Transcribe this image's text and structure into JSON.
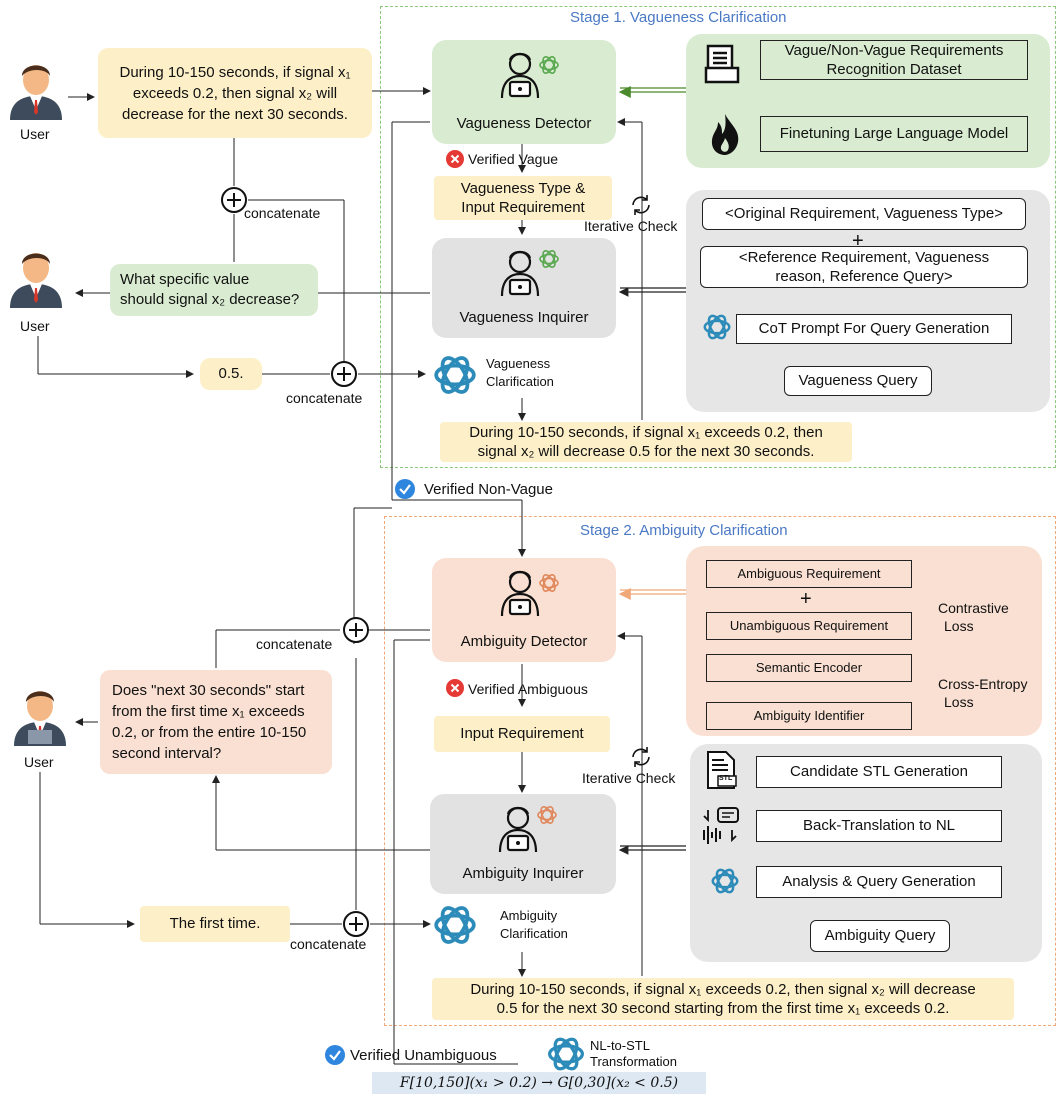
{
  "stage1": {
    "title": "Stage 1. Vagueness Clarification",
    "user_label_1": "User",
    "user_label_2": "User",
    "requirement": [
      "During 10-150 seconds, if signal x₁",
      "exceeds 0.2, then signal x₂ will",
      "decrease for the next 30 seconds."
    ],
    "vagueness_detector": "Vagueness Detector",
    "verified_vague": "Verified Vague",
    "vagueness_type_input": [
      "Vagueness Type &",
      "Input Requirement"
    ],
    "iterative_check": "Iterative Check",
    "vagueness_inquirer": "Vagueness Inquirer",
    "question": [
      "What specific value",
      "should signal x₂ decrease?"
    ],
    "answer": "0.5.",
    "concatenate_1": "concatenate",
    "concatenate_2": "concatenate",
    "clarification_label": [
      "Vagueness",
      "Clarification"
    ],
    "clarified": [
      "During 10-150 seconds, if signal x₁ exceeds 0.2, then",
      "signal x₂ will decrease 0.5 for the next 30 seconds."
    ],
    "dataset": [
      "Vague/Non-Vague Requirements",
      "Recognition Dataset"
    ],
    "finetuning": "Finetuning Large Language Model",
    "original_requirement": "<Original Requirement, Vagueness Type>",
    "plus": "+",
    "reference": [
      "<Reference Requirement, Vagueness",
      "reason, Reference Query>"
    ],
    "cot": "CoT Prompt For Query Generation",
    "vagueness_query": "Vagueness Query",
    "verified_non_vague": "Verified Non-Vague"
  },
  "stage2": {
    "title": "Stage 2. Ambiguity Clarification",
    "user_label": "User",
    "ambiguity_detector": "Ambiguity Detector",
    "verified_ambiguous": "Verified Ambiguous",
    "input_requirement": "Input Requirement",
    "iterative_check": "Iterative Check",
    "ambiguity_inquirer": "Ambiguity Inquirer",
    "question": [
      "Does \"next 30 seconds\" start",
      "from the first time x₁ exceeds",
      "0.2, or from the entire 10-150",
      "second interval?"
    ],
    "answer": "The first time.",
    "concatenate_1": "concatenate",
    "concatenate_2": "concatenate",
    "clarification_label": [
      "Ambiguity",
      "Clarification"
    ],
    "clarified": [
      "During 10-150 seconds, if signal x₁ exceeds 0.2, then signal x₂ will decrease",
      "0.5 for the next 30 second starting from the first time x₁ exceeds 0.2."
    ],
    "ambiguous_req": "Ambiguous Requirement",
    "plus": "+",
    "unambiguous_req": "Unambiguous Requirement",
    "semantic_encoder": "Semantic Encoder",
    "ambiguity_identifier": "Ambiguity Identifier",
    "contrastive_loss": [
      "Contrastive",
      "Loss"
    ],
    "cross_entropy_loss": [
      "Cross-Entropy",
      "Loss"
    ],
    "candidate_stl": "Candidate STL Generation",
    "back_translation": "Back-Translation to NL",
    "analysis_query": "Analysis & Query Generation",
    "ambiguity_query": "Ambiguity Query",
    "stl_badge": "STL",
    "verified_unambiguous": "Verified Unambiguous",
    "nl_to_stl": [
      "NL-to-STL",
      "Transformation"
    ],
    "formula": "F[10,150](x₁ > 0.2) → G[0,30](x₂ < 0.5)"
  },
  "colors": {
    "stage1_border": "#8cc87c",
    "stage2_border": "#f0a878",
    "stage_title": "#4a79c4",
    "yellow": "#fdf0c9",
    "green": "#d9ecd1",
    "peach": "#f9e0d2",
    "grey": "#e6e6e6",
    "verified_blue": "#2e86de",
    "error_red": "#e53935"
  },
  "icons": [
    "user-icon",
    "robot-agent-icon",
    "gpt-logo-icon",
    "document-icon",
    "fire-icon",
    "cycle-icon",
    "check-badge-icon",
    "cross-badge-icon",
    "plus-circle-icon",
    "stl-document-icon",
    "translate-icon"
  ]
}
